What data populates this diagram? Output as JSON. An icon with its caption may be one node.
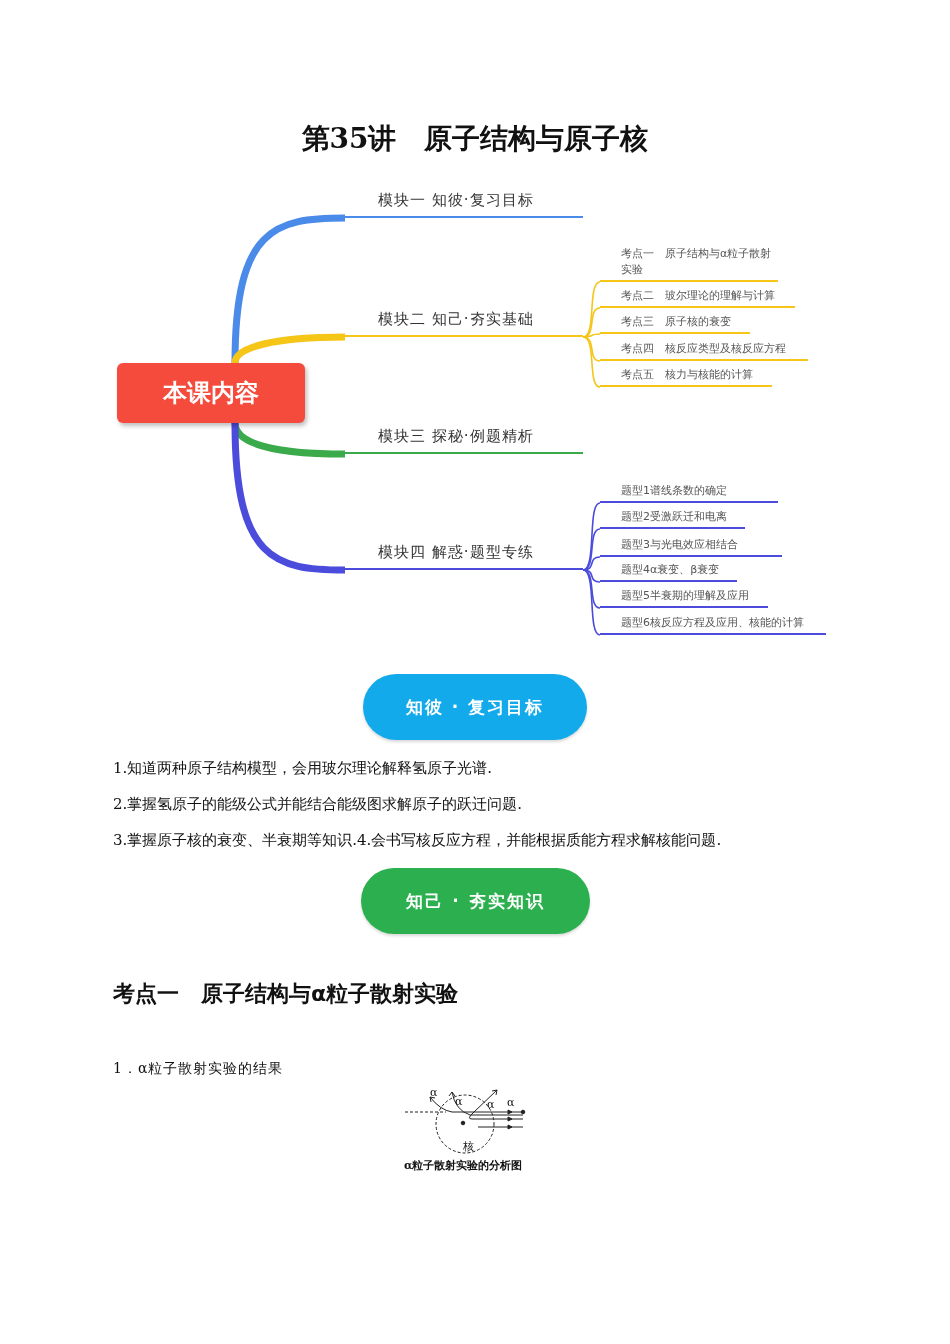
{
  "diagram": {
    "title": "第35讲　原子结构与原子核",
    "nodes": [
      {
        "text": [
          "本课内容"
        ]
      },
      {
        "text": [
          "模块一 知彼·复习目标"
        ]
      },
      {
        "text": [
          "模块二 知己·夯实基础"
        ]
      },
      {
        "text": [
          "模块三 探秘·例题精析"
        ]
      },
      {
        "text": [
          "模块四 解惑·题型专练"
        ]
      },
      {
        "text": [
          "考点一　原子结构与α粒子散射实验"
        ]
      },
      {
        "text": [
          "考点二　玻尔理论的理解与计算"
        ]
      },
      {
        "text": [
          "考点三　原子核的衰变"
        ]
      },
      {
        "text": [
          "考点四　核反应类型及核反应方程"
        ]
      },
      {
        "text": [
          "考点五　核力与核能的计算"
        ]
      },
      {
        "text": [
          "题型1谱线条数的确定"
        ]
      },
      {
        "text": [
          "题型2受激跃迁和电离"
        ]
      },
      {
        "text": [
          "题型3与光电效应相结合"
        ]
      },
      {
        "text": [
          "题型4α衰变、β衰变"
        ]
      },
      {
        "text": [
          "题型5半衰期的理解及应用"
        ]
      },
      {
        "text": [
          "题型6核反应方程及应用、核能的计算"
        ]
      },
      {
        "text": [
          "知彼 · 复习目标"
        ]
      },
      {
        "text": [
          "知己 · 夯实知识"
        ]
      }
    ],
    "edges": [
      {
        "from": 0,
        "to": 1,
        "arrow": "none",
        "style": "thick",
        "color": "#4a8ae8"
      },
      {
        "from": 0,
        "to": 2,
        "arrow": "none",
        "style": "thick",
        "color": "#f5c518"
      },
      {
        "from": 0,
        "to": 3,
        "arrow": "none",
        "style": "thick",
        "color": "#3aaa4a"
      },
      {
        "from": 0,
        "to": 4,
        "arrow": "none",
        "style": "thick",
        "color": "#4b4bdc"
      },
      {
        "from": 2,
        "to": 5,
        "arrow": "none",
        "color": "#f5c518"
      },
      {
        "from": 2,
        "to": 6,
        "arrow": "none",
        "color": "#f5c518"
      },
      {
        "from": 2,
        "to": 7,
        "arrow": "none",
        "color": "#f5c518"
      },
      {
        "from": 2,
        "to": 8,
        "arrow": "none",
        "color": "#f5c518"
      },
      {
        "from": 2,
        "to": 9,
        "arrow": "none",
        "color": "#f5c518"
      },
      {
        "from": 4,
        "to": 10,
        "arrow": "none",
        "color": "#4b4bdc"
      },
      {
        "from": 4,
        "to": 11,
        "arrow": "none",
        "color": "#4b4bdc"
      },
      {
        "from": 4,
        "to": 12,
        "arrow": "none",
        "color": "#4b4bdc"
      },
      {
        "from": 4,
        "to": 13,
        "arrow": "none",
        "color": "#4b4bdc"
      },
      {
        "from": 4,
        "to": 14,
        "arrow": "none",
        "color": "#4b4bdc"
      },
      {
        "from": 4,
        "to": 15,
        "arrow": "none",
        "color": "#4b4bdc"
      }
    ],
    "labels": [
      "1.知道两种原子结构模型，会用玻尔理论解释氢原子光谱.",
      "2.掌握氢原子的能级公式并能结合能级图求解原子的跃迁问题.",
      "3.掌握原子核的衰变、半衰期等知识.4.会书写核反应方程，并能根据质能方程求解核能问题.",
      "考点一　原子结构与α粒子散射实验",
      "1．α粒子散射实验的结果",
      "α",
      "α",
      "α",
      "α",
      "核",
      "α粒子散射实验的分析图"
    ]
  }
}
